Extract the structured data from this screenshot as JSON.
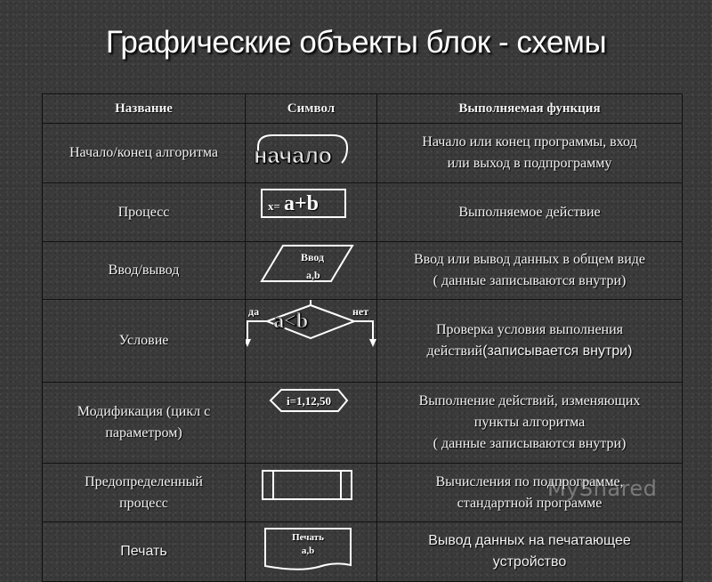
{
  "slide": {
    "title": "Графические объекты блок - схемы"
  },
  "table": {
    "headers": [
      "Название",
      "Символ",
      "Выполняемая функция"
    ],
    "rows": [
      {
        "name": "Начало/конец алгоритма",
        "symbol": {
          "shape": "terminator",
          "text": "начало"
        },
        "function": [
          "Начало или конец программы, вход",
          "или выход в подпрограмму"
        ]
      },
      {
        "name": "Процесс",
        "symbol": {
          "shape": "rectangle",
          "text_small": "x=",
          "text_large": "a+b"
        },
        "function": [
          "Выполняемое действие"
        ]
      },
      {
        "name": "Ввод/вывод",
        "symbol": {
          "shape": "parallelogram",
          "line1": "Ввод",
          "line2": "a,b"
        },
        "function": [
          "Ввод или вывод данных в общем виде",
          "( данные записываются внутри)"
        ]
      },
      {
        "name": "Условие",
        "symbol": {
          "shape": "diamond",
          "text": "a<b",
          "yes_label": "да",
          "no_label": "нет"
        },
        "function_serif": "Проверка условия выполнения",
        "function_serif2": "действий",
        "function_sans": "(записывается внутри)"
      },
      {
        "name": [
          "Модификация (цикл с",
          "параметром)"
        ],
        "symbol": {
          "shape": "hexagon",
          "text": "i=1,12,50"
        },
        "function": [
          "Выполнение действий, изменяющих",
          "пункты алгоритма",
          "( данные записываются внутри)"
        ]
      },
      {
        "name": [
          "Предопределенный",
          "процесс"
        ],
        "symbol": {
          "shape": "predefined-process"
        },
        "function": [
          "Вычисления по подпрограмме,",
          "стандартной программе"
        ]
      },
      {
        "name": "Печать",
        "symbol": {
          "shape": "document",
          "line1": "Печать",
          "line2": "a,b"
        },
        "function": [
          "Вывод данных на печатающее",
          "устройство"
        ]
      }
    ]
  },
  "watermark": {
    "text": "MyShared"
  }
}
